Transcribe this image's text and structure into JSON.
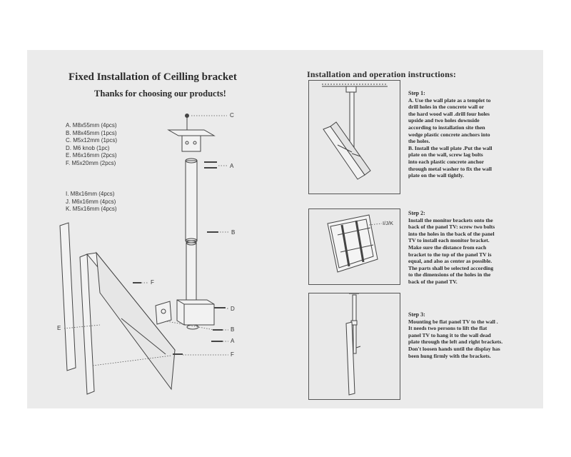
{
  "left": {
    "title": "Fixed Installation of Ceilling bracket",
    "subtitle": "Thanks for choosing our products!",
    "parts_group_1": [
      "A. M8x55mm (4pcs)",
      "B. M8x45mm (1pcs)",
      "C. M5x12mm (1pcs)",
      "D. M6 knob (1pc)",
      "E. M6x16mm (2pcs)",
      "F. M5x20mm (2pcs)"
    ],
    "parts_group_2": [
      "I. M8x16mm (4pcs)",
      "J. M6x16mm (4pcs)",
      "K. M5x16mm (4pcs)"
    ],
    "callouts": {
      "c": "C",
      "a1": "A",
      "b1": "B",
      "f1": "F",
      "d": "D",
      "e": "E",
      "b2": "B",
      "a2": "A",
      "f2": "F"
    }
  },
  "right": {
    "title": "Installation  and  operation instructions:",
    "step1": {
      "heading": "Step 1:",
      "text": "A. Use the wall plate as a templet to\ndrill holes in the   concrete wall or\nthe hard wood wall .drill four holes\nupside and two holes downside\naccording to installation site then\nwedge plastic concrete anchors into\nthe holes.\nB. Install the wall plate .Put the wall\nplate on the wall, screw lag bolts\ninto each plastic concrete anchor\nthrough metal washer to fix the wall\nplate on the wall tightly."
    },
    "step2": {
      "heading": "Step 2:",
      "callout": "I/J/K",
      "text": "Install the monitor brackets onto the\nback of the panel TV: screw two bolts\ninto the holes in the back of the panel\nTV to install each monitor bracket.\nMake sure the distance from each\nbracket to the top of the panel TV is\nequal, and also as center as possible.\n The parts shall be selected  according\nto the dimensions of the holes in the\nback of the panel TV."
    },
    "step3": {
      "heading": "Step 3:",
      "text": "Mounting be flat panel TV to the wall .\n It needs two persons to lift the flat\npanel TV to hang it to the wall dead\nplate through the left and right brackets.\n Don't loosen hands until the display has\nbeen hung firmly with the brackets."
    }
  }
}
